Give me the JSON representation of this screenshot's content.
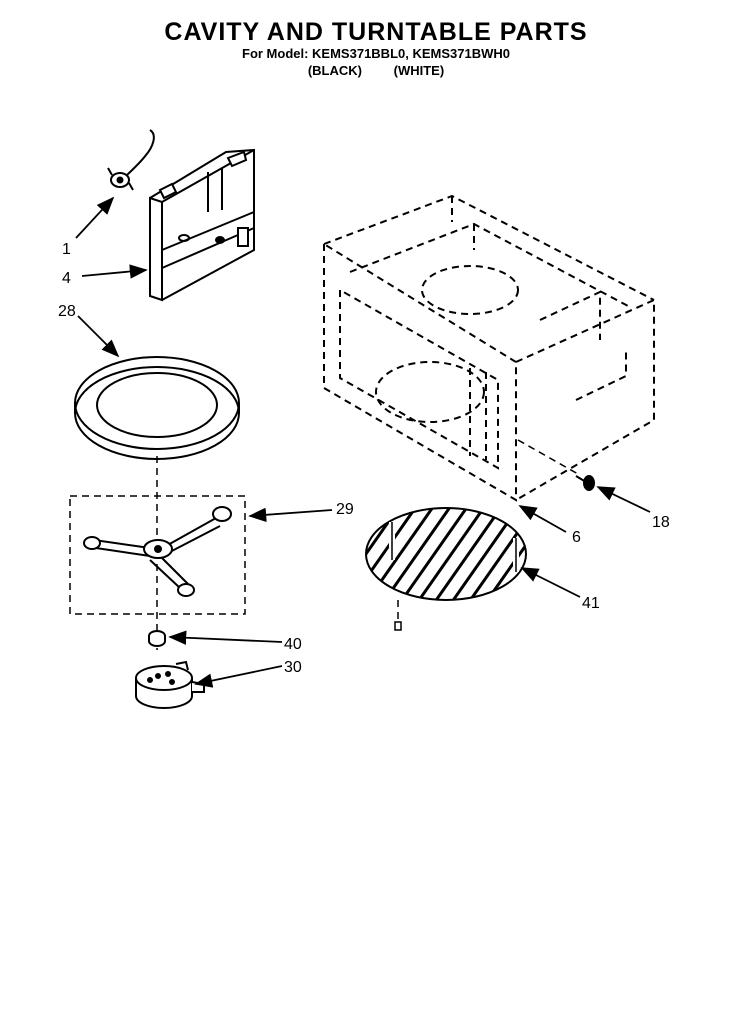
{
  "header": {
    "title": "CAVITY AND TURNTABLE PARTS",
    "subtitle": "For Model: KEMS371BBL0, KEMS371BWH0",
    "variants": [
      "(BLACK)",
      "(WHITE)"
    ]
  },
  "callouts": [
    "1",
    "4",
    "28",
    "29",
    "40",
    "30",
    "18",
    "6",
    "41"
  ]
}
